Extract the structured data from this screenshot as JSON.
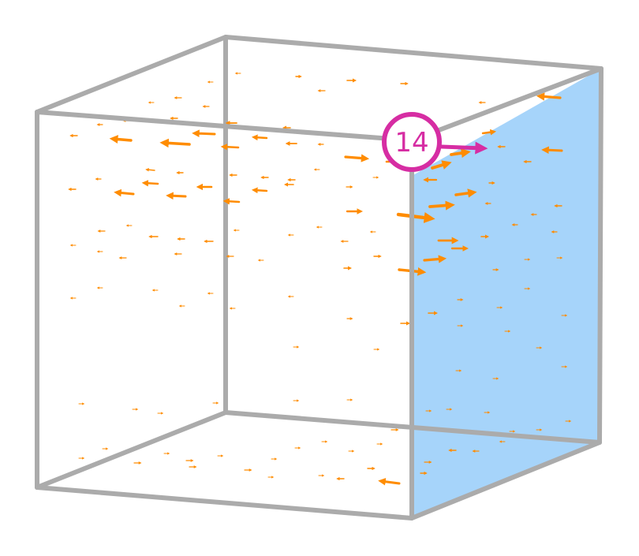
{
  "diagram": {
    "callout": {
      "label": "14",
      "color": "#d62da3",
      "fill": "#ffffff"
    },
    "colors": {
      "cube_edges": "#ababab",
      "highlighted_face": "#a6d4fa",
      "vectors": "#ff8c00"
    },
    "highlighted_face": "right",
    "vector_direction_note": "",
    "icons": [
      "cube-wireframe",
      "vector-arrow",
      "callout-marker"
    ]
  }
}
